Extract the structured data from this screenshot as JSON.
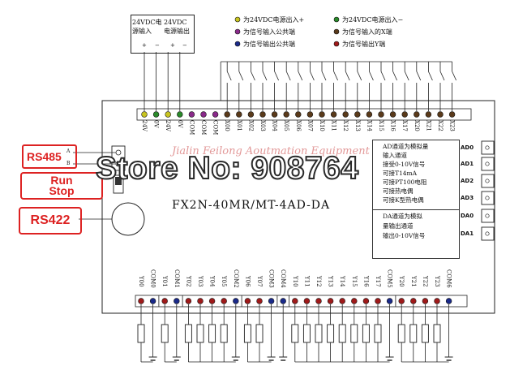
{
  "power": {
    "in_label": "24VDC电源输入",
    "out_label": "24VDC电源输出",
    "signs": [
      "+",
      "−",
      "+",
      "−"
    ]
  },
  "legend": [
    {
      "text": "为24VDC电源出入+",
      "color": "#c8c420"
    },
    {
      "text": "为24VDC电源出入−",
      "color": "#2a8a2a"
    },
    {
      "text": "为信号输入公共端",
      "color": "#8a2a8a"
    },
    {
      "text": "为信号输入的X端",
      "color": "#5a3a1a"
    },
    {
      "text": "为信号输出公共端",
      "color": "#1a2a8a"
    },
    {
      "text": "为信号输出Y端",
      "color": "#a01a1a"
    }
  ],
  "top_terminals": [
    "24V",
    "0V",
    "24V",
    "0V",
    "COM",
    "COM",
    "COM",
    "X00",
    "X01",
    "X02",
    "X03",
    "X04",
    "X05",
    "X06",
    "X07",
    "X10",
    "X11",
    "X12",
    "X13",
    "X14",
    "X15",
    "X16",
    "X17",
    "X20",
    "X21",
    "X22",
    "X23"
  ],
  "bottom_terminals": [
    "Y00",
    "COM0",
    "Y01",
    "COM1",
    "Y02",
    "Y03",
    "Y04",
    "Y05",
    "COM2",
    "Y06",
    "Y07",
    "COM3",
    "COM4",
    "Y10",
    "Y11",
    "Y12",
    "Y13",
    "Y14",
    "Y15",
    "Y16",
    "Y17",
    "COM5",
    "Y20",
    "Y21",
    "Y22",
    "Y23",
    "COM6"
  ],
  "maker": "Jialin Feilong Aoutmation Equipment",
  "model": "FX2N-40MR/MT-4AD-DA",
  "comm": {
    "rs485": "RS485",
    "rs485_a": "A",
    "rs485_b": "B",
    "run": "Run",
    "stop": "Stop",
    "rs422": "RS422"
  },
  "analog": {
    "ad_lines": [
      "AD通道为模拟量",
      "输入通道",
      "接受0-10V信号",
      "可接T14mA",
      "可接PT100电阻",
      "可接热电偶",
      "可接K型热电偶"
    ],
    "da_lines": [
      "DA通道为模拟",
      "量输出通道",
      "输出0-10V信号"
    ],
    "channels": [
      "AD0",
      "AD1",
      "AD2",
      "AD3",
      "DA0",
      "DA1"
    ]
  },
  "watermark": "Store No: 908764"
}
